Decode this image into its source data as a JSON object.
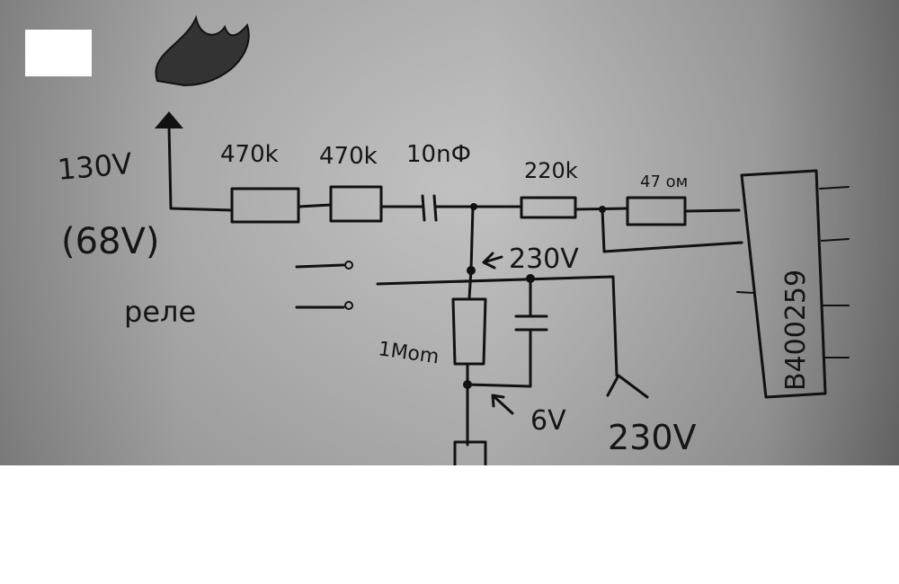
{
  "labels": {
    "source_voltage": "130V",
    "source_voltage_alt": "(68V)",
    "relay": "реле",
    "r1": "470k",
    "r2": "470k",
    "c1": "10nФ",
    "r3": "220k",
    "r4": "47 ом",
    "node_voltage": "230V",
    "r5": "1Mom",
    "tap_voltage": "6V",
    "mains_voltage": "230V",
    "chip": "B400259"
  }
}
